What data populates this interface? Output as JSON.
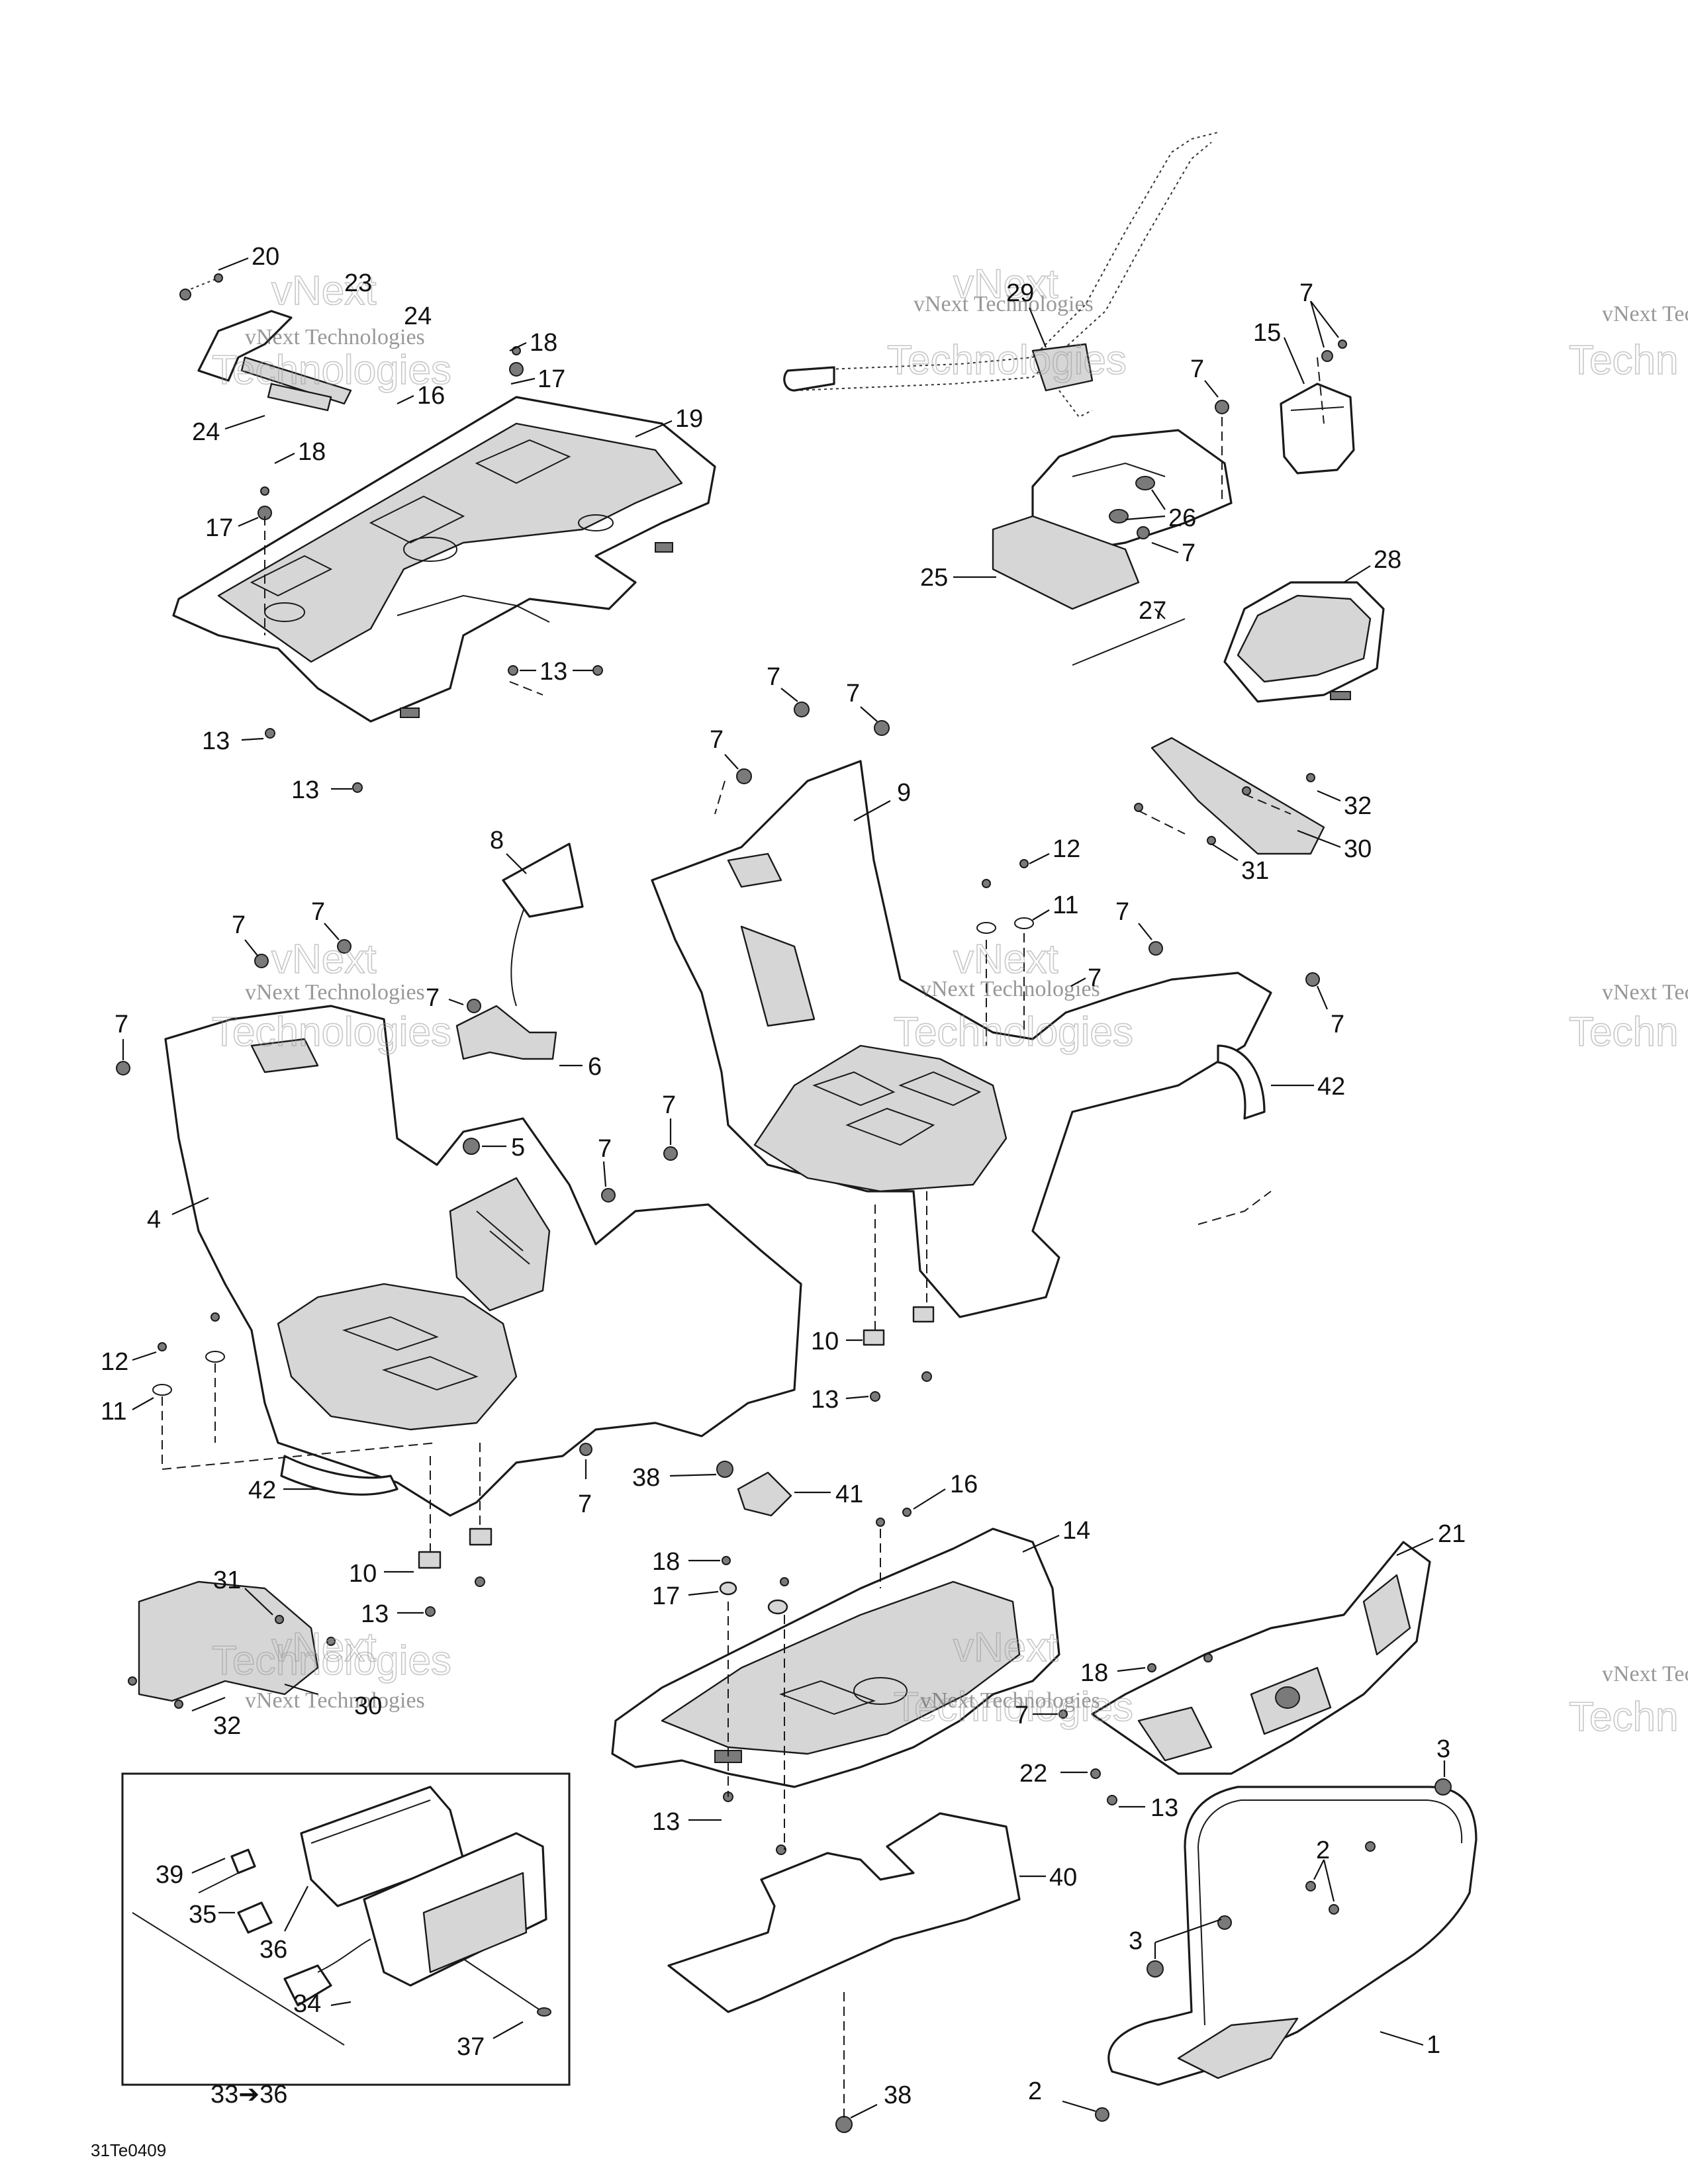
{
  "diagram": {
    "code": "31Te0409",
    "watermark": {
      "line1": "vNext Technologies",
      "line2": "Technologies",
      "line2_partial": "Techn",
      "line3": "vNext"
    },
    "callouts": [
      {
        "id": "c20",
        "label": "20"
      },
      {
        "id": "c23",
        "label": "23"
      },
      {
        "id": "c24a",
        "label": "24"
      },
      {
        "id": "c24b",
        "label": "24"
      },
      {
        "id": "c18a",
        "label": "18"
      },
      {
        "id": "c17a",
        "label": "17"
      },
      {
        "id": "c16a",
        "label": "16"
      },
      {
        "id": "c19",
        "label": "19"
      },
      {
        "id": "c18b",
        "label": "18"
      },
      {
        "id": "c17b",
        "label": "17"
      },
      {
        "id": "c13a",
        "label": "13"
      },
      {
        "id": "c13b",
        "label": "13"
      },
      {
        "id": "c13c",
        "label": "13"
      },
      {
        "id": "c29",
        "label": "29"
      },
      {
        "id": "c7a",
        "label": "7"
      },
      {
        "id": "c15",
        "label": "15"
      },
      {
        "id": "c7b",
        "label": "7"
      },
      {
        "id": "c26",
        "label": "26"
      },
      {
        "id": "c7c",
        "label": "7"
      },
      {
        "id": "c25",
        "label": "25"
      },
      {
        "id": "c28",
        "label": "28"
      },
      {
        "id": "c27",
        "label": "27"
      },
      {
        "id": "c7d",
        "label": "7"
      },
      {
        "id": "c7e",
        "label": "7"
      },
      {
        "id": "c7f",
        "label": "7"
      },
      {
        "id": "c9",
        "label": "9"
      },
      {
        "id": "c32a",
        "label": "32"
      },
      {
        "id": "c30a",
        "label": "30"
      },
      {
        "id": "c31a",
        "label": "31"
      },
      {
        "id": "c8",
        "label": "8"
      },
      {
        "id": "c12a",
        "label": "12"
      },
      {
        "id": "c11a",
        "label": "11"
      },
      {
        "id": "c7g",
        "label": "7"
      },
      {
        "id": "c7h",
        "label": "7"
      },
      {
        "id": "c7i",
        "label": "7"
      },
      {
        "id": "c7j",
        "label": "7"
      },
      {
        "id": "c7k",
        "label": "7"
      },
      {
        "id": "c7l",
        "label": "7"
      },
      {
        "id": "c6",
        "label": "6"
      },
      {
        "id": "c7m",
        "label": "7"
      },
      {
        "id": "c42a",
        "label": "42"
      },
      {
        "id": "c5",
        "label": "5"
      },
      {
        "id": "c7n",
        "label": "7"
      },
      {
        "id": "c7o",
        "label": "7"
      },
      {
        "id": "c4",
        "label": "4"
      },
      {
        "id": "c12b",
        "label": "12"
      },
      {
        "id": "c11b",
        "label": "11"
      },
      {
        "id": "c10a",
        "label": "10"
      },
      {
        "id": "c13d",
        "label": "13"
      },
      {
        "id": "c42b",
        "label": "42"
      },
      {
        "id": "c7p",
        "label": "7"
      },
      {
        "id": "c38a",
        "label": "38"
      },
      {
        "id": "c41",
        "label": "41"
      },
      {
        "id": "c16b",
        "label": "16"
      },
      {
        "id": "c14",
        "label": "14"
      },
      {
        "id": "c21",
        "label": "21"
      },
      {
        "id": "c10b",
        "label": "10"
      },
      {
        "id": "c13e",
        "label": "13"
      },
      {
        "id": "c31b",
        "label": "31"
      },
      {
        "id": "c18c",
        "label": "18"
      },
      {
        "id": "c17c",
        "label": "17"
      },
      {
        "id": "c18d",
        "label": "18"
      },
      {
        "id": "c7q",
        "label": "7"
      },
      {
        "id": "c32b",
        "label": "32"
      },
      {
        "id": "c30b",
        "label": "30"
      },
      {
        "id": "c22",
        "label": "22"
      },
      {
        "id": "c13f",
        "label": "13"
      },
      {
        "id": "c3a",
        "label": "3"
      },
      {
        "id": "c13g",
        "label": "13"
      },
      {
        "id": "c2a",
        "label": "2"
      },
      {
        "id": "c40",
        "label": "40"
      },
      {
        "id": "c39",
        "label": "39"
      },
      {
        "id": "c35",
        "label": "35"
      },
      {
        "id": "c36",
        "label": "36"
      },
      {
        "id": "c3b",
        "label": "3"
      },
      {
        "id": "c34",
        "label": "34"
      },
      {
        "id": "c1",
        "label": "1"
      },
      {
        "id": "c37",
        "label": "37"
      },
      {
        "id": "c33",
        "label": "33➔36"
      },
      {
        "id": "c38b",
        "label": "38"
      },
      {
        "id": "c2b",
        "label": "2"
      }
    ]
  }
}
